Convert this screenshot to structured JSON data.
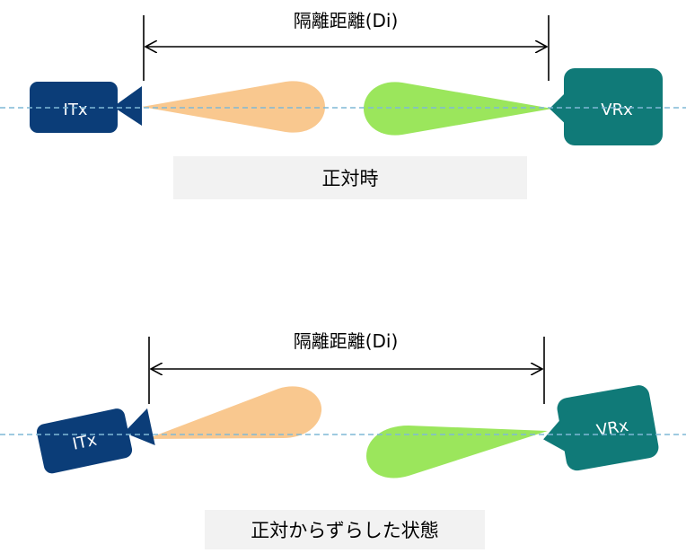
{
  "top_panel": {
    "distance_label": "隔離距離(Di)",
    "tx_label": "ITx",
    "rx_label": "VRx",
    "caption": "正対時"
  },
  "bottom_panel": {
    "distance_label": "隔離距離(Di)",
    "tx_label": "ITx",
    "rx_label": "VRx",
    "caption": "正対からずらした状態"
  },
  "colors": {
    "tx_body": "#0b3d78",
    "rx_body": "#107a78",
    "tx_beam": "#f9c88f",
    "rx_beam": "#9be65c",
    "axis_line": "#7fb8d6",
    "caption_bg": "#f2f2f2"
  }
}
